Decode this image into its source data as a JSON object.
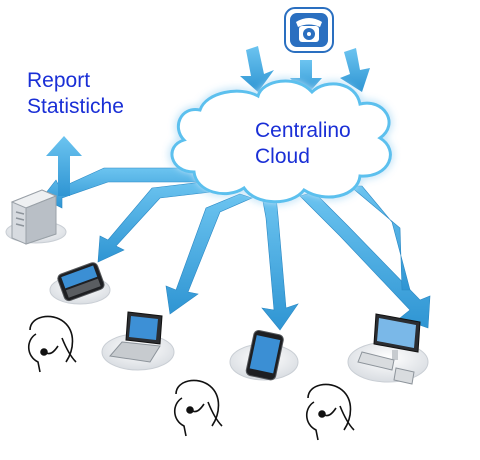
{
  "report_label": {
    "line1": "Report",
    "line2": "Statistiche"
  },
  "cloud_label": {
    "line1": "Centralino",
    "line2": "Cloud"
  },
  "icons": {
    "phone": "rotary-telephone-icon",
    "server": "server-icon",
    "operator": "headset-operator-icon",
    "laptop": "laptop-icon",
    "smartphone": "smartphone-icon",
    "desktop": "desktop-computer-icon"
  },
  "colors": {
    "arrow": "#45b0e8",
    "arrow_dark": "#2f8fc9",
    "cloud_fill": "#ffffff",
    "cloud_glow": "#7fd0f5",
    "label_text": "#1a2fd6",
    "phone_badge": "#2a6fc0"
  }
}
